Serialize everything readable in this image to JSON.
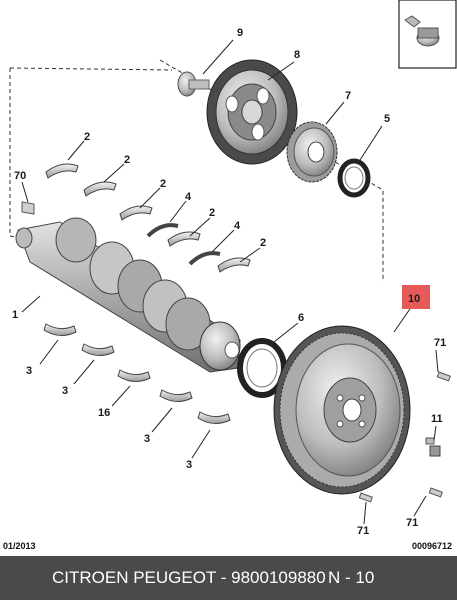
{
  "diagram": {
    "labels": {
      "l9": "9",
      "l8": "8",
      "l7": "7",
      "l5": "5",
      "l2a": "2",
      "l2b": "2",
      "l2c": "2",
      "l2d": "2",
      "l2e": "2",
      "l4a": "4",
      "l4b": "4",
      "l70": "70",
      "l1": "1",
      "l6": "6",
      "l10": "10",
      "l3a": "3",
      "l3b": "3",
      "l3c": "3",
      "l3d": "3",
      "l16": "16",
      "l71a": "71",
      "l71b": "71",
      "l71c": "71",
      "l11": "11"
    },
    "highlight_color": "#e85a5a"
  },
  "meta": {
    "date": "01/2013",
    "doc_number": "00096712"
  },
  "footer": {
    "title": "CITROEN PEUGEOT - 9800109880",
    "page": "N - 10",
    "background": "#4a4a4a"
  }
}
